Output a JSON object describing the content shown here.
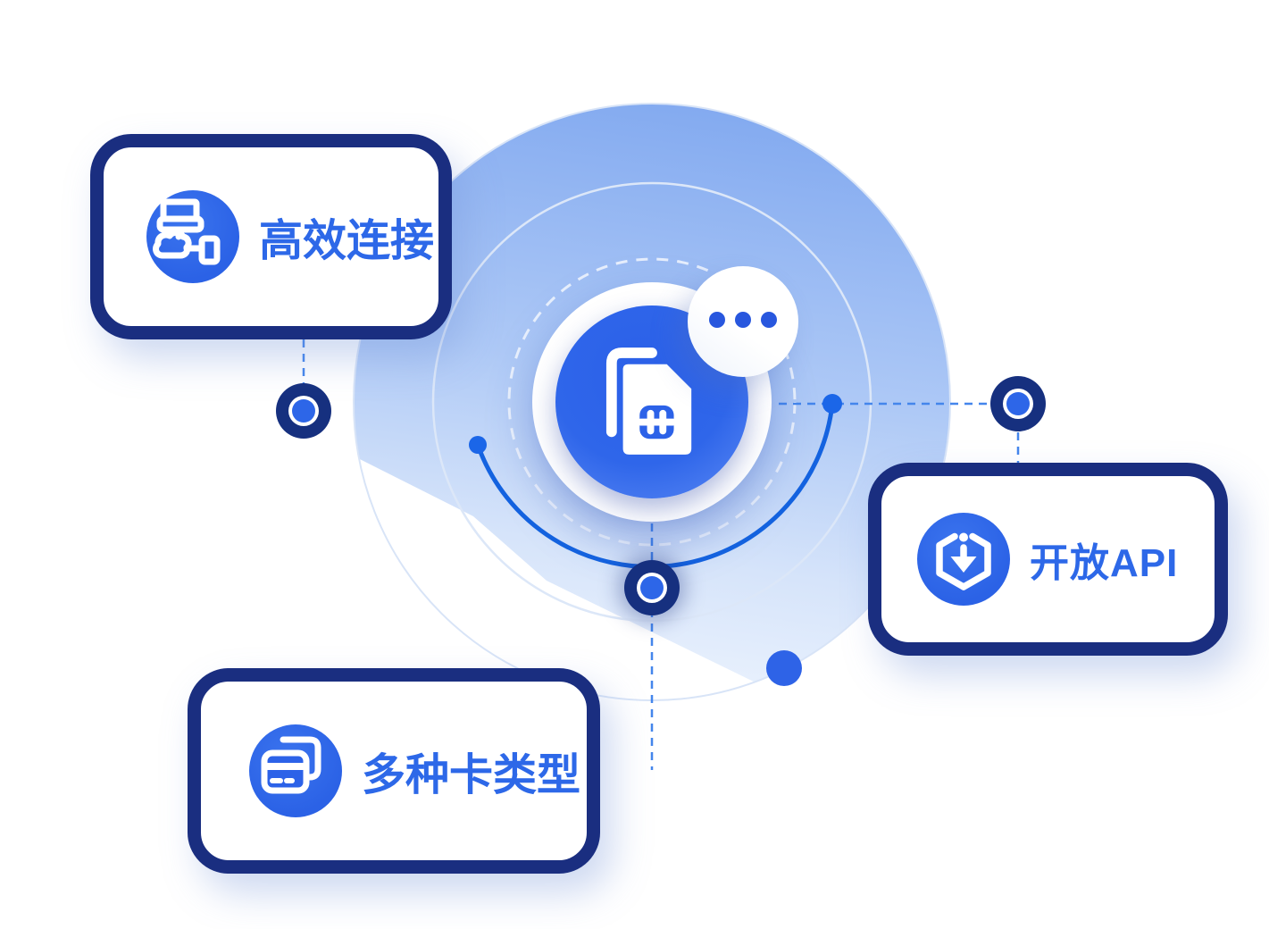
{
  "illustration": {
    "center": {
      "icon": "sim-card-icon",
      "bubble": {
        "icon": "ellipsis-icon",
        "dot_count": 3
      }
    },
    "cards": [
      {
        "label": "高效连接",
        "icon": "laptop-network-icon"
      },
      {
        "label": "开放API",
        "icon": "package-download-icon"
      },
      {
        "label": "多种卡类型",
        "icon": "bank-cards-icon"
      }
    ],
    "colors": {
      "accent_blue": "#2D68E8",
      "navy_border": "#1A2E80",
      "icon_circle_blue": "#2E6AE9",
      "disc_top_blue": "#83AAF0",
      "disc_bottom_blue": "#EDF4FE",
      "arc_blue": "#1463E0",
      "dashed_line_blue": "#4486EC",
      "node_core_blue": "#2D66E8",
      "bubble_dot_blue": "#2857DE",
      "white": "#FFFFFF"
    }
  }
}
